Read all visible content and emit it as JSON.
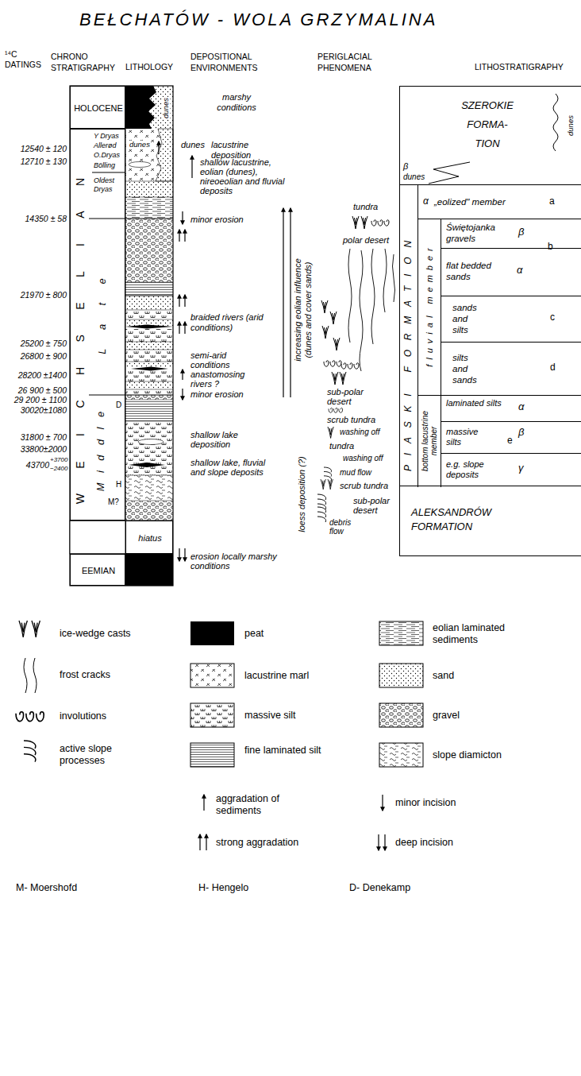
{
  "diagram": {
    "title": "BEŁCHATÓW - WOLA GRZYMALINA",
    "nodes": [
      {
        "text": [
          "HOLOCENE"
        ]
      },
      {
        "text": [
          "WEICHSELIAN"
        ]
      },
      {
        "text": [
          "Late"
        ],
        "in": 1
      },
      {
        "text": [
          "Middle"
        ],
        "in": 1
      },
      {
        "text": [
          "hiatus"
        ]
      },
      {
        "text": [
          "EEMIAN"
        ]
      },
      {
        "text": [
          "SZEROKIE FORMA- TION"
        ]
      },
      {
        "text": [
          "PIASKI FORMATION"
        ]
      },
      {
        "text": [
          "α",
          "„eolized\" member",
          "a"
        ],
        "in": 7
      },
      {
        "text": [
          "fluvial member"
        ],
        "in": 7
      },
      {
        "text": [
          "Świętojanka gravels",
          "β"
        ],
        "in": 9
      },
      {
        "text": [
          "flat bedded sands",
          "α"
        ],
        "in": 9
      },
      {
        "text": [
          "sands and silts",
          "c"
        ],
        "in": 9
      },
      {
        "text": [
          "silts and sands",
          "d"
        ],
        "in": 9
      },
      {
        "text": [
          "bottom lacustrine member"
        ],
        "in": 7
      },
      {
        "text": [
          "laminated silts",
          "α"
        ],
        "in": 14
      },
      {
        "text": [
          "massive silts",
          "e",
          "β"
        ],
        "in": 14
      },
      {
        "text": [
          "e.g. slope deposits",
          "γ"
        ],
        "in": 14
      },
      {
        "text": [
          "ALEKSANDRÓW FORMATION"
        ]
      }
    ],
    "labels": [
      "¹⁴C DATINGS",
      "CHRONO STRATIGRAPHY",
      "LITHOLOGY",
      "DEPOSITIONAL ENVIRONMENTS",
      "PERIGLACIAL PHENOMENA",
      "LITHOSTRATIGRAPHY",
      "12540 ± 120",
      "12710 ± 130",
      "14350 ± 58",
      "21970 ± 800",
      "25200 ± 750",
      "26800 ± 900",
      "28200 ±1400",
      "26 900 ± 500",
      "29 200 ± 1100",
      "30020±1080",
      "31800 ± 700",
      "33800±2000",
      "43700",
      "+3700",
      "−2400",
      "Y Dryas",
      "Allerød",
      "O.Dryas",
      "Bölling",
      "Oldest Dryas",
      "D",
      "H",
      "M?",
      "dunes",
      "dunes",
      "marshy conditions",
      "dunes",
      "lacustrine deposition",
      "shallow lacustrine, eolian (dunes), nireoeolian and fluvial deposits",
      "minor erosion",
      "braided rivers (arid conditions)",
      "semi-arid conditions",
      "anastomosing rivers ?",
      "minor erosion",
      "shallow lake deposition",
      "shallow lake, fluvial and slope deposits",
      "erosion locally marshy conditions",
      "increasing eolian influence (dunes and cover sands)",
      "loess deposition (?)",
      "tundra",
      "polar desert",
      "sub-polar desert",
      "scrub tundra",
      "washing off",
      "tundra",
      "washing off",
      "mud flow",
      "scrub tundra",
      "sub-polar desert",
      "debris flow",
      "β",
      "dunes",
      "dunes",
      "b",
      "M- Moershofd",
      "H- Hengelo",
      "D- Denekamp"
    ],
    "legend": [
      {
        "text": "ice-wedge casts"
      },
      {
        "text": "frost cracks"
      },
      {
        "text": "involutions"
      },
      {
        "text": "active slope processes"
      },
      {
        "text": "peat",
        "color": "#000000"
      },
      {
        "text": "lacustrine marl"
      },
      {
        "text": "massive silt"
      },
      {
        "text": "fine laminated silt"
      },
      {
        "text": "eolian laminated sediments"
      },
      {
        "text": "sand"
      },
      {
        "text": "gravel"
      },
      {
        "text": "slope diamicton"
      },
      {
        "text": "aggradation of sediments"
      },
      {
        "text": "minor incision"
      },
      {
        "text": "strong aggradation"
      },
      {
        "text": "deep incision"
      }
    ]
  }
}
